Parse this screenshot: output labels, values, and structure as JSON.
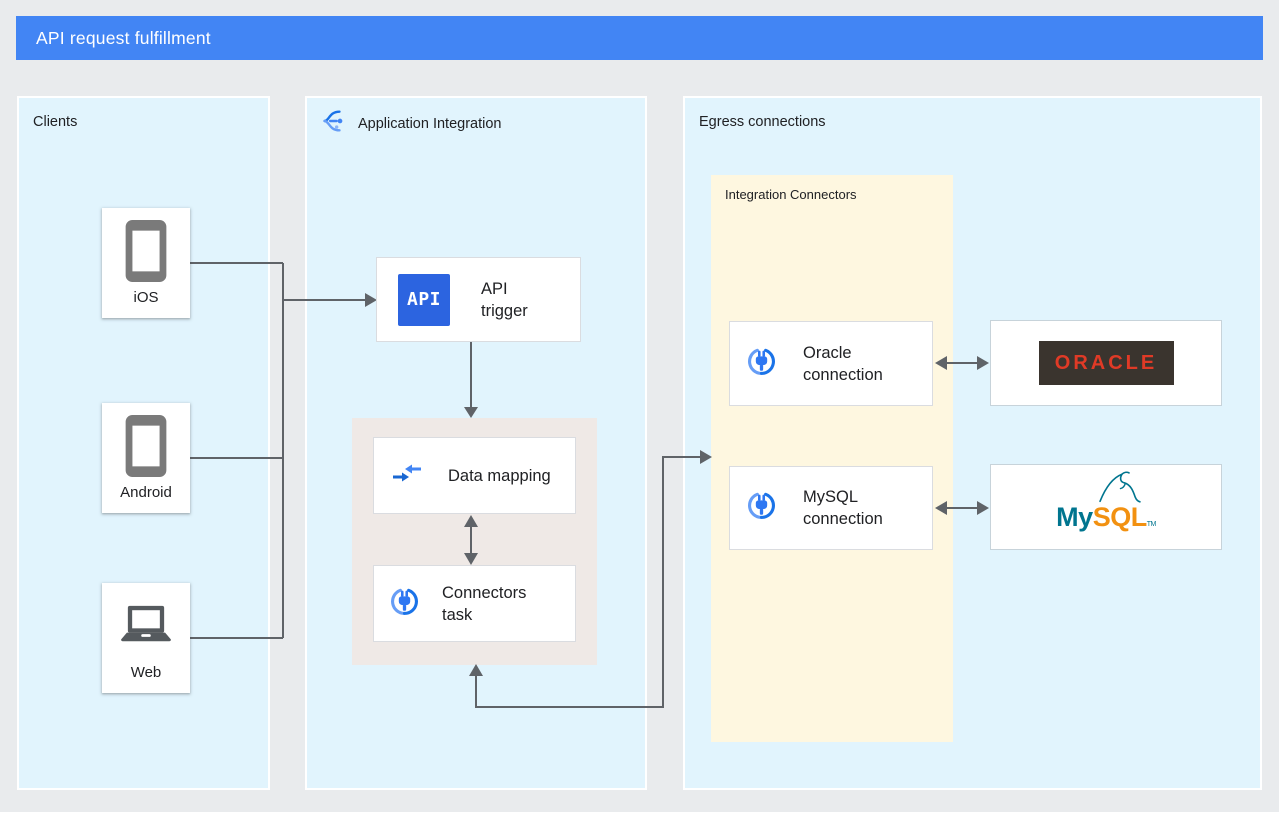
{
  "title": "API request fulfillment",
  "panels": {
    "clients": {
      "title": "Clients"
    },
    "application_integration": {
      "title": "Application Integration",
      "icon": "application-integration-icon"
    },
    "egress": {
      "title": "Egress connections"
    }
  },
  "clients": [
    {
      "label": "iOS",
      "icon": "smartphone-icon"
    },
    {
      "label": "Android",
      "icon": "smartphone-icon"
    },
    {
      "label": "Web",
      "icon": "laptop-icon"
    }
  ],
  "application_integration": {
    "api_trigger": {
      "line1": "API",
      "line2": "trigger",
      "icon": "api-trigger-icon",
      "icon_text": "API"
    },
    "data_mapping": {
      "label": "Data mapping",
      "icon": "data-mapping-icon"
    },
    "connectors_task": {
      "line1": "Connectors",
      "line2": "task",
      "icon": "connectors-icon"
    }
  },
  "egress": {
    "integration_connectors": {
      "title": "Integration Connectors"
    },
    "oracle_connection": {
      "line1": "Oracle",
      "line2": "connection",
      "icon": "connectors-icon"
    },
    "mysql_connection": {
      "line1": "MySQL",
      "line2": "connection",
      "icon": "connectors-icon"
    },
    "oracle_logo": {
      "text": "ORACLE"
    },
    "mysql_logo": {
      "my": "My",
      "sql": "SQL",
      "tm": "TM"
    }
  },
  "colors": {
    "title_bar": "#4285F4",
    "panel_fill": "#E1F4FD",
    "background": "#E9EBED",
    "integration_connectors_fill": "#FEF7E0",
    "task_group_fill": "#EFE9E6",
    "connector_line": "#5F6368",
    "api_icon_blue": "#2C64E0",
    "oracle_logo_bg": "#3A342E",
    "oracle_red": "#E03A26",
    "mysql_teal": "#00758F",
    "mysql_orange": "#F29111"
  }
}
